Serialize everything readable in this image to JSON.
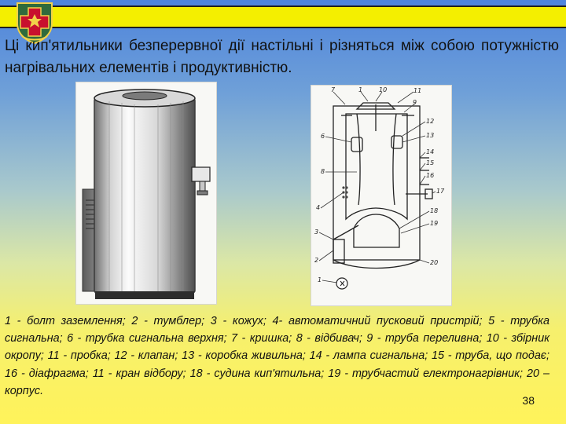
{
  "slide": {
    "heading": "Ці кип'ятильники безперервної дії настільні і різняться між собою потужністю нагрівальних елементів і продуктивністю.",
    "legend": "1 - болт заземлення; 2 - тумблер; 3 - кожух; 4- автоматичний пусковий пристрій; 5 - трубка сигнальна; 6 - трубка сигнальна верхня; 7 - кришка; 8 - відбивач; 9 - труба переливна; 10 - збірник окропу; 11 - пробка; 12 - клапан; 13 - коробка живильна; 14 - лампа сигнальна; 15 - труба, що подає; 16 - діафрагма; 11 - кран відбору; 18 - судина кип'ятильна; 19 - трубчастий електронагрівник; 20 – корпус.",
    "page_number": "38"
  },
  "diagram": {
    "labels": {
      "n7": "7",
      "n1": "1",
      "n10": "10",
      "n11": "11",
      "n9": "9",
      "n12": "12",
      "n6": "6",
      "n13": "13",
      "n14": "14",
      "n15": "15",
      "n8": "8",
      "n17": "17",
      "n16": "16",
      "n4": "4",
      "n18": "18",
      "n19": "19",
      "n3": "3",
      "n2": "2",
      "n20": "20",
      "n1b": "1"
    }
  },
  "colors": {
    "band": "#f4ef00",
    "emblem_red": "#c8102e",
    "emblem_green": "#2f6b3c"
  }
}
